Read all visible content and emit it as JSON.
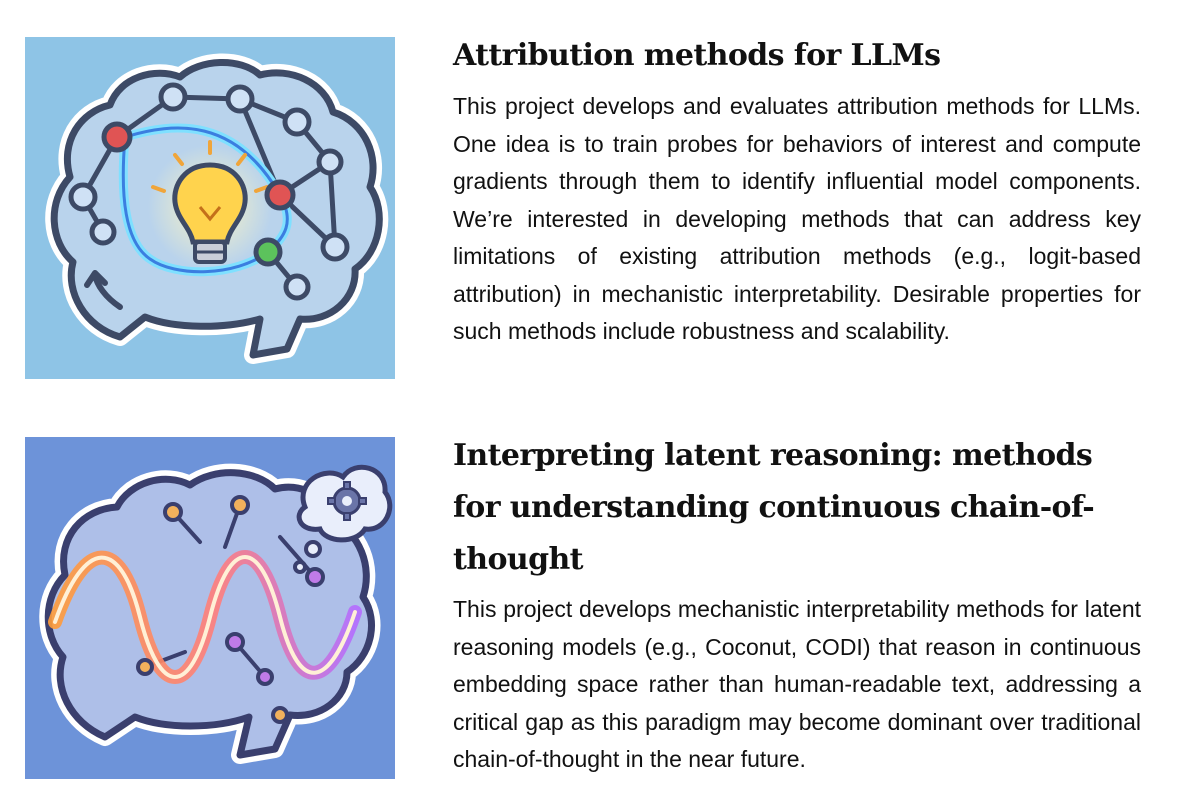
{
  "projects": [
    {
      "title": "Attribution methods for LLMs",
      "description": "This project develops and evaluates attribution methods for LLMs. One idea is to train probes for behaviors of interest and compute gradients through them to identify influential model components. We’re interested in developing methods that can address key limitations of existing attribution methods (e.g., logit-based attribution) in mechanistic interpretability. Desirable properties for such methods include robustness and scalability.",
      "illustration": "brain-lightbulb-network-icon",
      "bg_color": "#8ec4e6"
    },
    {
      "title": "Interpreting latent reasoning: methods for understanding continuous chain-of-thought",
      "description": "This project develops mechanistic interpretability methods for latent reasoning models (e.g., Coconut, CODI) that reason in continuous embedding space rather than human-readable text, addressing a critical gap as this paradigm may become dominant over traditional chain-of-thought in the near future.",
      "illustration": "brain-wave-thought-bubble-icon",
      "bg_color": "#6d93d9"
    }
  ]
}
